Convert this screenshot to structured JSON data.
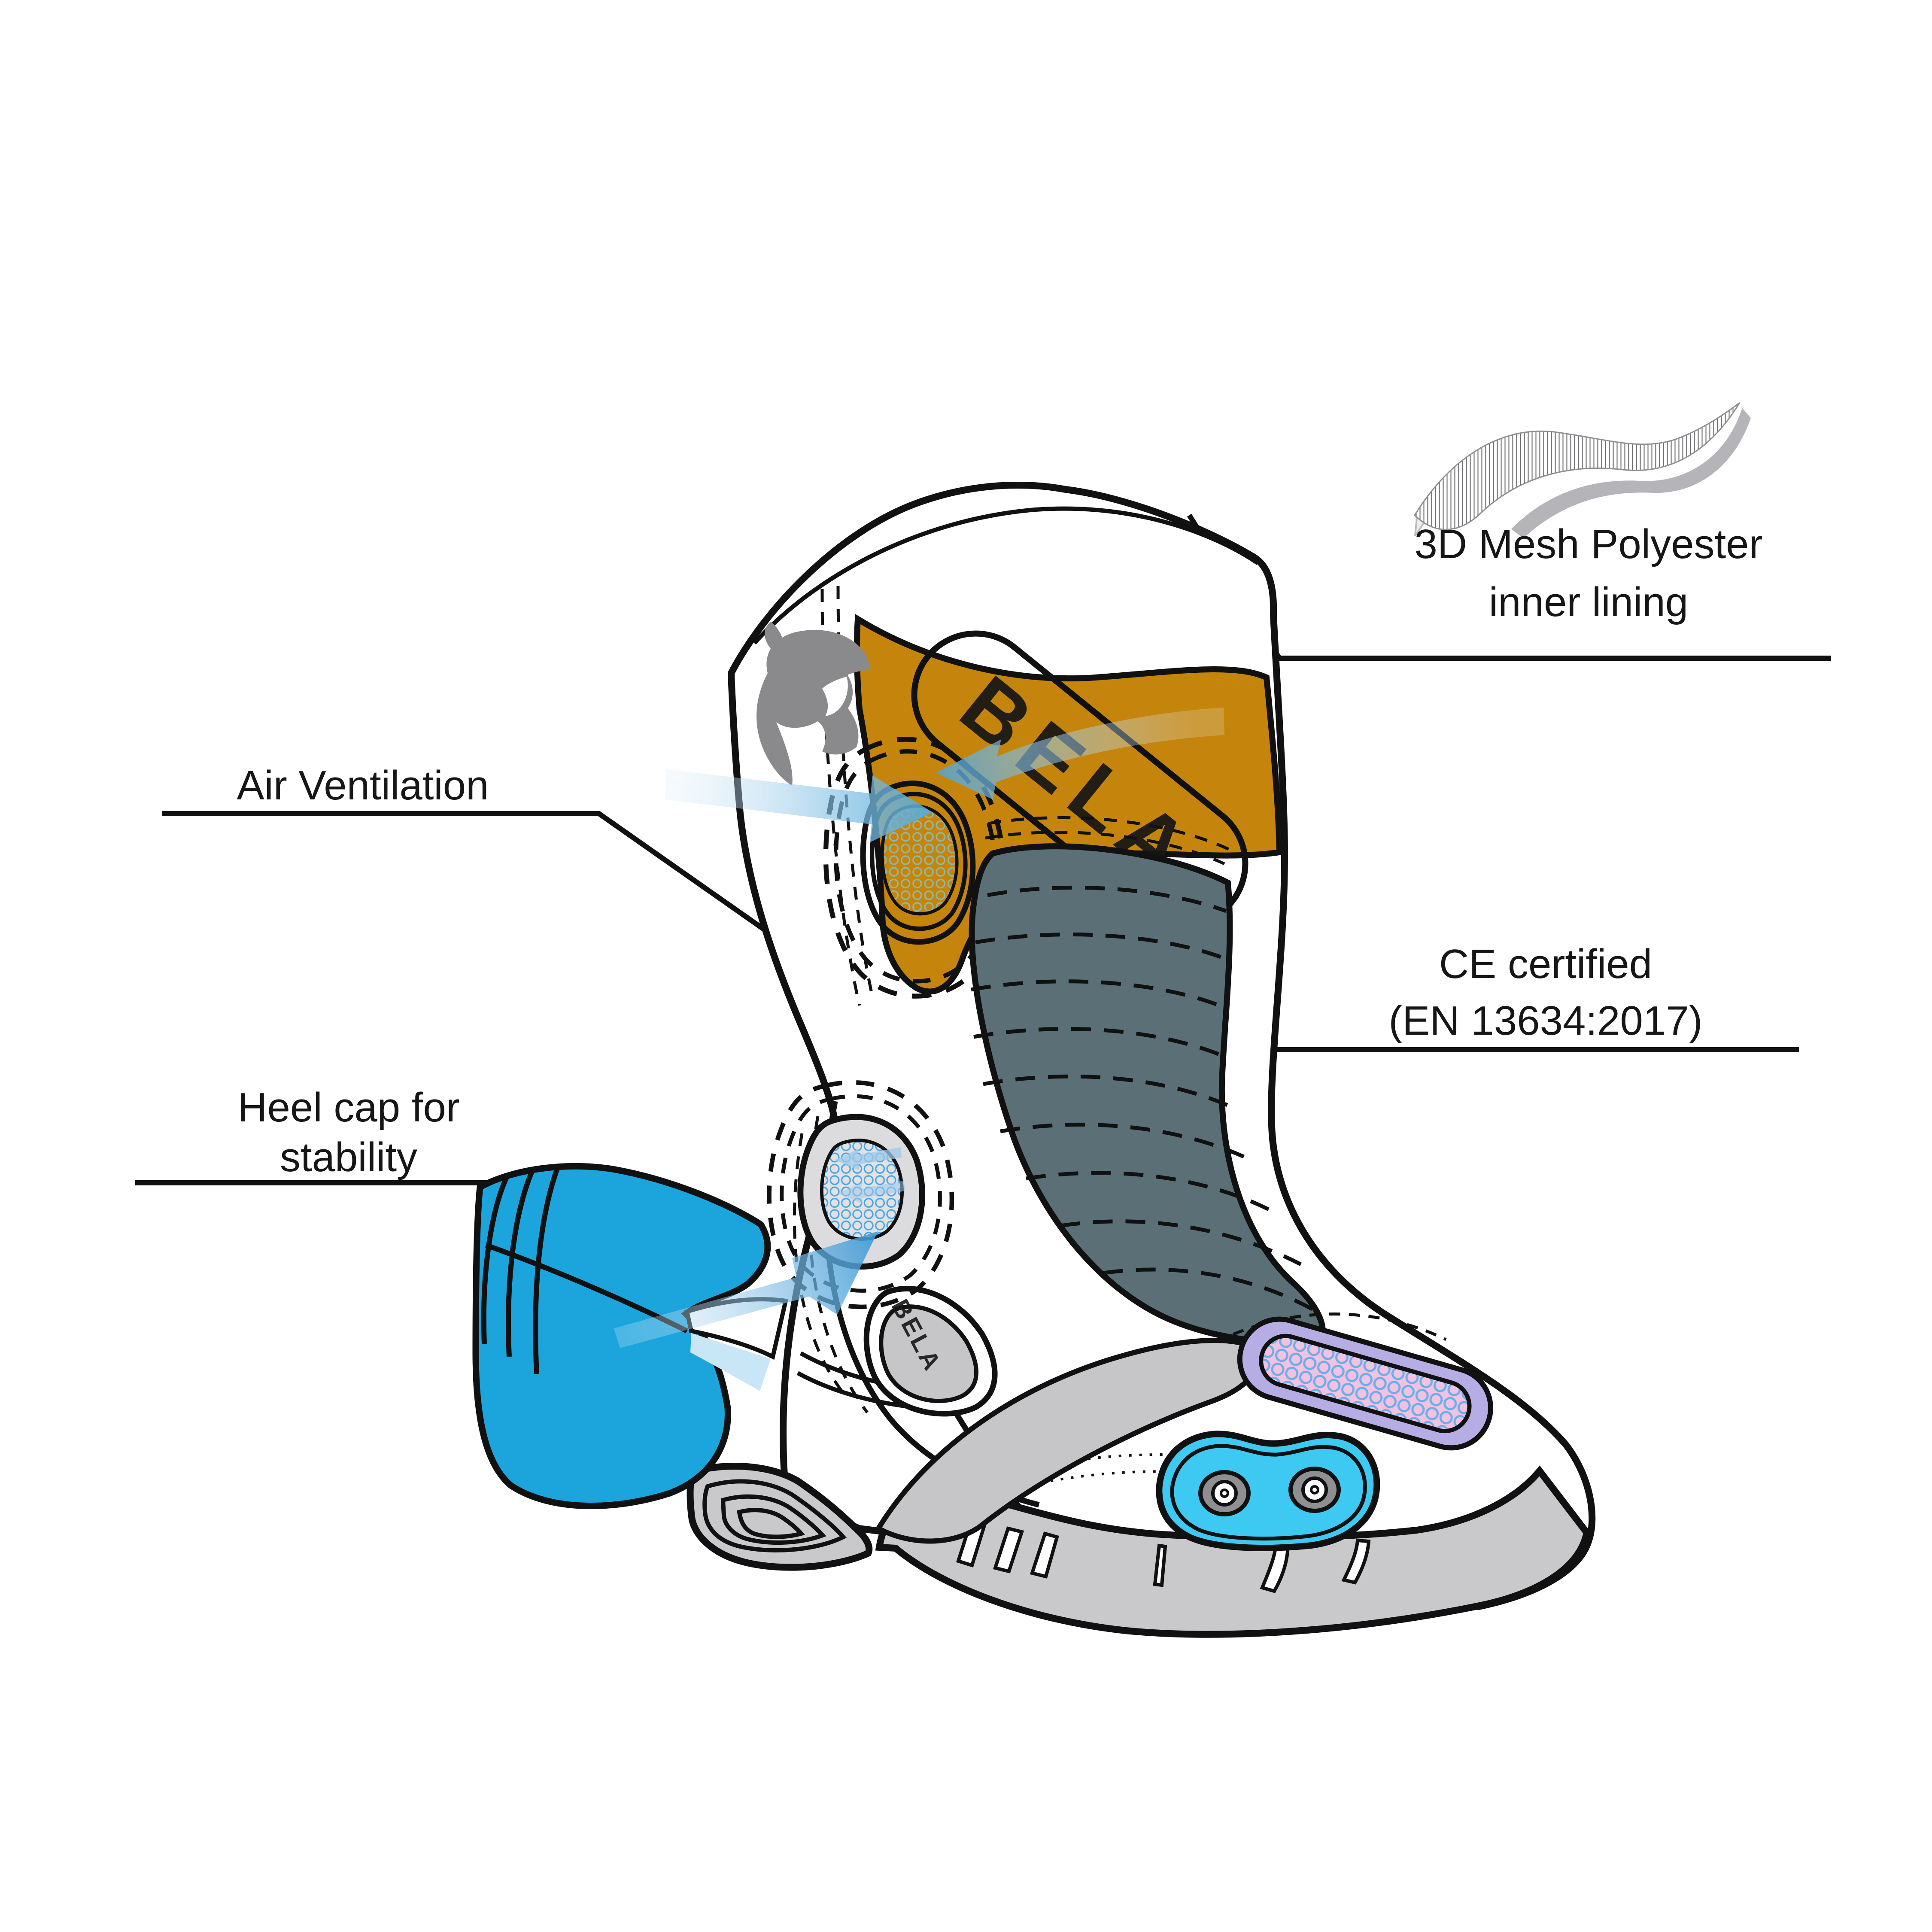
{
  "diagram": {
    "subject": "motorcycle racing boot feature diagram",
    "background": "#ffffff"
  },
  "labels": {
    "mesh_line1": "3D Mesh Polyester",
    "mesh_line2": "inner lining",
    "air": "Air Ventilation",
    "ce_line1": "CE certified",
    "ce_line2": "(EN 13634:2017)",
    "heel_line1": "Heel cap for",
    "heel_line2": "stability"
  },
  "logo": {
    "shaft_brand": "BELA",
    "heel_brand": "BELA"
  },
  "colors": {
    "tan": "#C5850D",
    "logo_on_tan": "#6E6A52",
    "slate": "#5A7076",
    "cap_blue": "#1CA4DD",
    "slider_blue": "#3DC9F1",
    "arrow_blue": "#4FA8DC",
    "lavender": "#B7ADE5",
    "mesh_pink": "#F0C3E3",
    "sole_gray": "#C9C9CB",
    "vent_gray": "#C6C6C8",
    "heelvent_gray": "#DCDCDE",
    "bear_gray": "#8A8A8D",
    "pale_blue_wedge": "#C9E6F7",
    "line": "#111111"
  }
}
